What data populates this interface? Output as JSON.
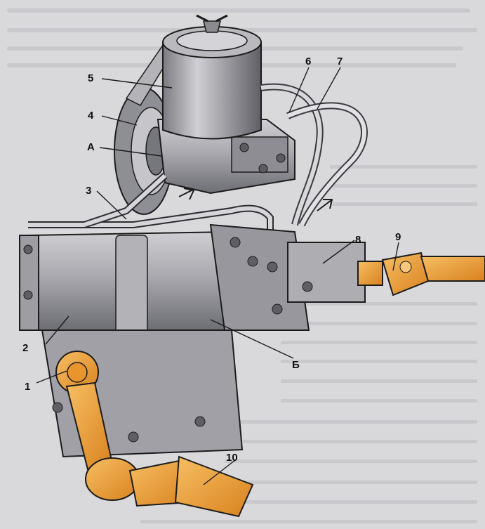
{
  "colors": {
    "paper": "#d9d9db",
    "metal_light": "#c4c4c8",
    "metal_mid": "#a7a7ad",
    "metal_dark": "#6f6f76",
    "orange": "#f0a43a",
    "orange_dark": "#c57a1c",
    "line": "#1c1c1c"
  },
  "callouts": {
    "c1": "1",
    "c2": "2",
    "c3": "3",
    "c4": "4",
    "c5": "5",
    "c6": "6",
    "c7": "7",
    "c8": "8",
    "c9": "9",
    "c10": "10",
    "cA": "А",
    "cB": "Б"
  },
  "parts_icons": {
    "reservoir": "reservoir-tank-icon",
    "pump": "power-steering-pump-icon",
    "gearbox": "steering-gear-housing-icon",
    "pitman_arm": "pitman-arm-icon",
    "driveshaft": "steering-shaft-joint-icon"
  }
}
